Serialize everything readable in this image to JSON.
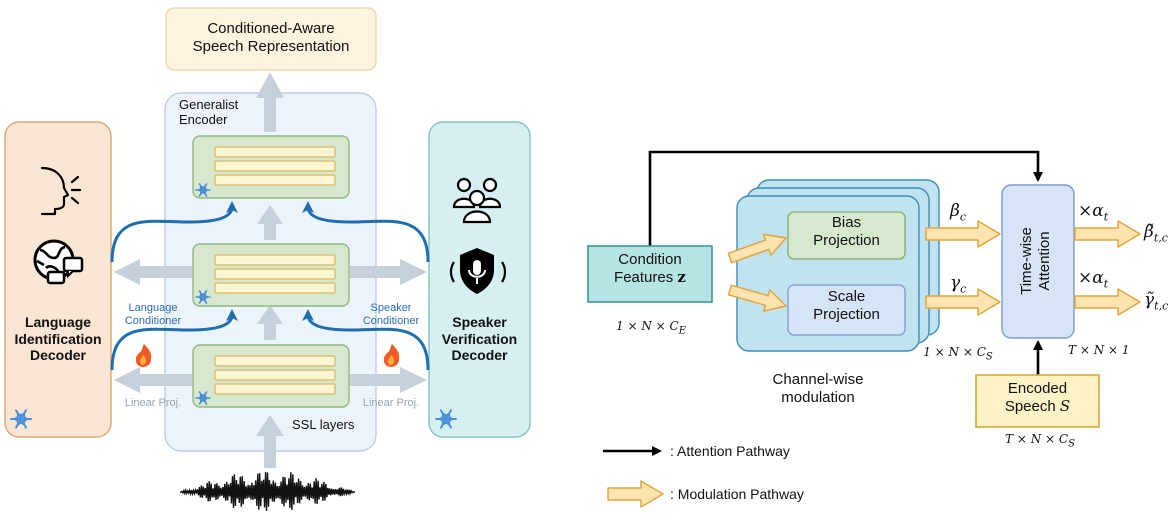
{
  "left": {
    "output_box": "Conditioned-Aware\nSpeech Representation",
    "encoder_label": "Generalist\nEncoder",
    "ssl_label": "SSL layers",
    "lid_decoder": "Language\nIdentification\nDecoder",
    "sv_decoder": "Speaker\nVerification\nDecoder",
    "lang_conditioner": "Language\nConditioner",
    "spk_conditioner": "Speaker\nConditioner",
    "linear_proj_left": "Linear Proj.",
    "linear_proj_right": "Linear Proj."
  },
  "right": {
    "condition_box": "Condition\nFeatures",
    "condition_symbol": "z",
    "condition_dim": "1 × N × C",
    "condition_dim_sub": "E",
    "bias_box": "Bias\nProjection",
    "scale_box": "Scale\nProjection",
    "channel_label": "Channel-wise\nmodulation",
    "channel_dim": "1 × N × C",
    "channel_dim_sub": "S",
    "beta": "β",
    "beta_sub": "c",
    "gamma": "γ",
    "gamma_sub": "c",
    "timewise_box": "Time-wise\nAttention",
    "timewise_dim": "T × N × 1",
    "encoded_box": "Encoded\nSpeech",
    "encoded_symbol": "S",
    "encoded_dim": "T × N × C",
    "encoded_dim_sub": "S",
    "alpha_top": "×α",
    "alpha_top_sub": "t",
    "alpha_bottom": "×α",
    "alpha_bottom_sub": "t",
    "out_beta": "β̃",
    "out_beta_sub": "t,c",
    "out_gamma": "γ̃",
    "out_gamma_sub": "t,c"
  },
  "legend": {
    "attention": ": Attention Pathway",
    "modulation": ": Modulation Pathway"
  },
  "colors": {
    "peach": "#fbe5d3",
    "peach_border": "#dca878",
    "encoder_bg": "#edf3fa",
    "encoder_border": "#b9cde6",
    "layer_green": "#d7e8cf",
    "layer_border": "#8fb97e",
    "bar_yellow": "#fdf5d4",
    "bar_border": "#d8b85e",
    "teal": "#d6eff0",
    "teal_border": "#86c2c4",
    "arrow_grey": "#c6d0da",
    "arrow_blue": "#1f6fb0",
    "cond_teal": "#b6e4e4",
    "cond_border": "#3a9a99",
    "stack_blue": "#c0e3ef",
    "stack_border": "#3d8db8",
    "proj_green": "#d6e8cd",
    "proj_blue": "#d6e4f7",
    "time_blue": "#d7e4f7",
    "time_border": "#7a9bd0",
    "encoded_yellow": "#fdf3c7",
    "encoded_border": "#d4a83f",
    "mod_arrow_fill": "#fde3b0",
    "mod_arrow_stroke": "#e0a640"
  }
}
